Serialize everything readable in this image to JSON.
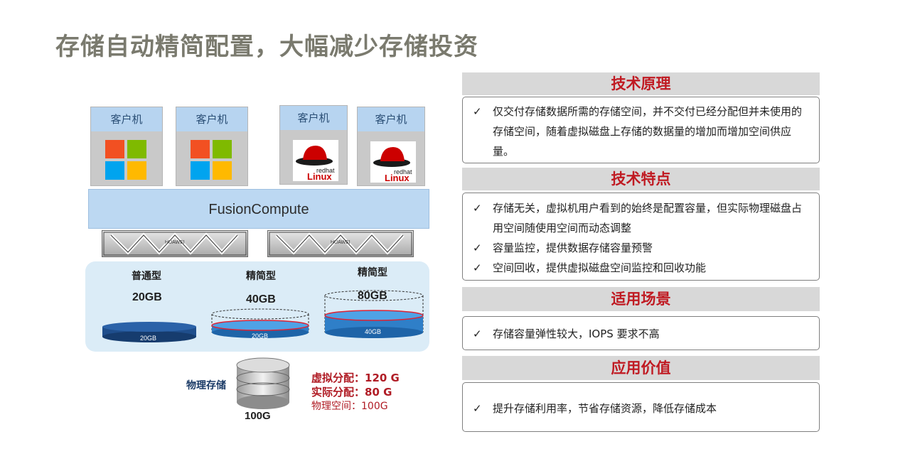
{
  "title": "存储自动精简配置，大幅减少存储投资",
  "diagram": {
    "client_label": "客户机",
    "platform": "FusionCompute",
    "server_brand": "HUAWEI",
    "redhat_text": "redhat",
    "linux_text": "Linux",
    "pools": [
      {
        "type": "普通型",
        "capacity": "20GB",
        "used": "20GB",
        "fill": 1.0
      },
      {
        "type": "精简型",
        "capacity": "40GB",
        "used": "20GB",
        "fill": 0.5
      },
      {
        "type": "精简型",
        "capacity": "80GB",
        "used": "40GB",
        "fill": 0.5
      }
    ],
    "physical_label": "物理存储",
    "physical_capacity": "100G",
    "virtual_alloc": "虚拟分配：120 G",
    "actual_alloc": "实际分配：80 G",
    "physical_space": "物理空间：100G"
  },
  "sections": [
    {
      "heading": "技术原理",
      "items": [
        "仅交付存储数据所需的存储空间，并不交付已经分配但并未使用的存储空间，随着虚拟磁盘上存储的数据量的增加而增加空间供应量。"
      ]
    },
    {
      "heading": "技术特点",
      "items": [
        "存储无关，虚拟机用户看到的始终是配置容量，但实际物理磁盘占用空间随使用空间而动态调整",
        "容量监控，提供数据存储容量预警",
        "空间回收，提供虚拟磁盘空间监控和回收功能"
      ]
    },
    {
      "heading": "适用场景",
      "items": [
        "存储容量弹性较大，IOPS 要求不高"
      ]
    },
    {
      "heading": "应用价值",
      "items": [
        "提升存储利用率，节省存储资源，降低存储成本"
      ]
    }
  ],
  "colors": {
    "accent_red": "#c01a22",
    "light_blue": "#bcd8f2",
    "disk_blue": "#2f7fc8",
    "pool_bg": "#dbecf7"
  },
  "icons": [
    "windows-logo-icon",
    "redhat-linux-logo-icon",
    "server-icon",
    "database-icon",
    "checkmark-icon"
  ]
}
